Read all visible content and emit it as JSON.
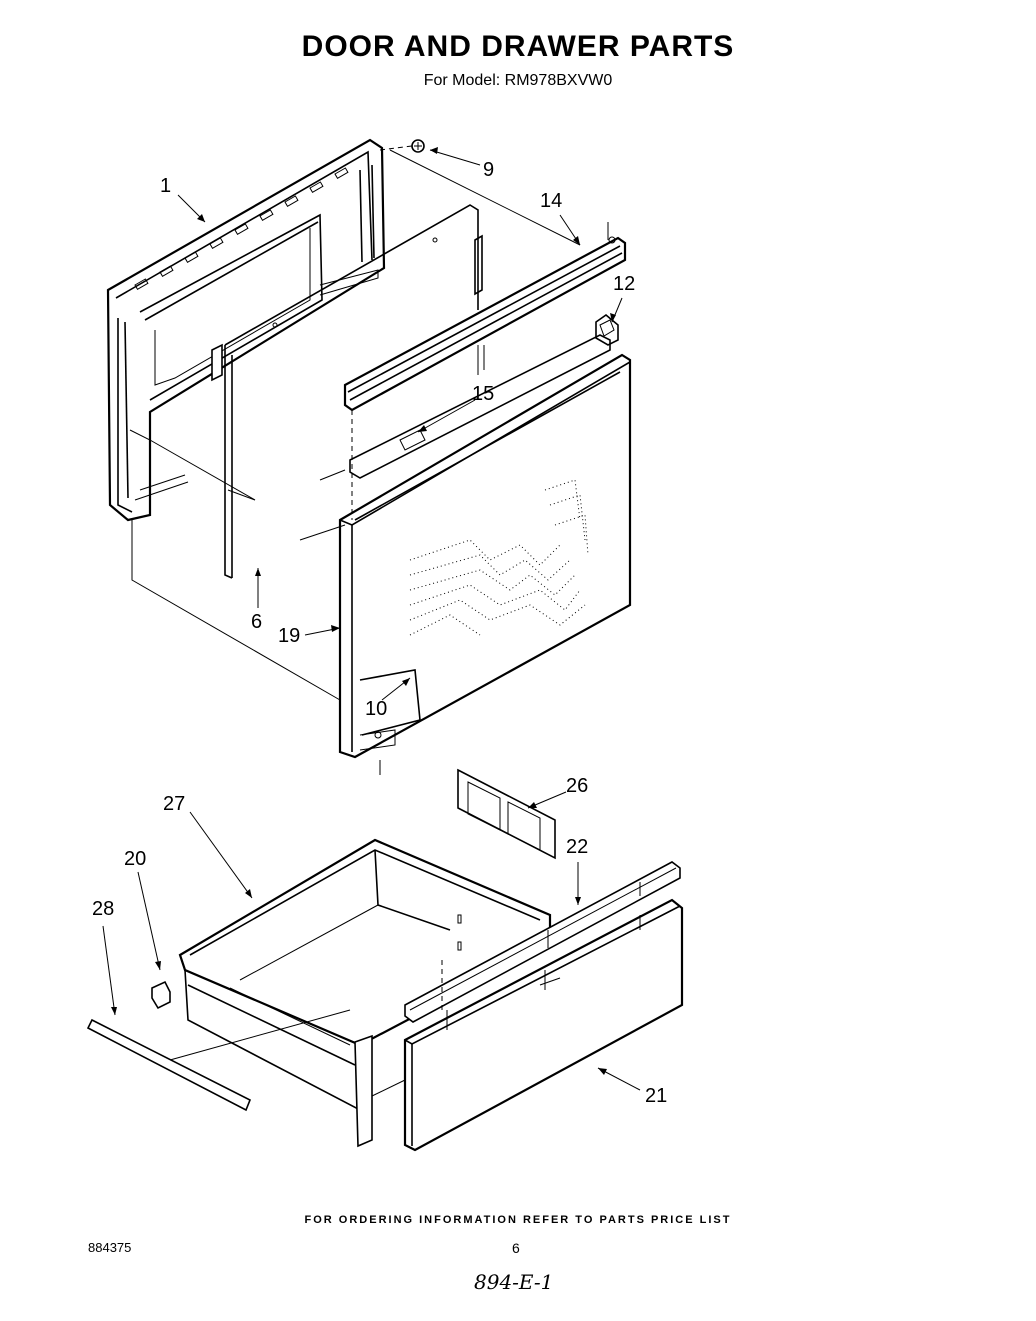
{
  "title": "DOOR AND DRAWER PARTS",
  "subtitle": "For Model: RM978BXVW0",
  "callouts": {
    "c1": "1",
    "c9": "9",
    "c14": "14",
    "c12": "12",
    "c15": "15",
    "c6": "6",
    "c19": "19",
    "c10": "10",
    "c26": "26",
    "c27": "27",
    "c22": "22",
    "c20": "20",
    "c28": "28",
    "c21": "21"
  },
  "footer": {
    "note": "FOR ORDERING INFORMATION REFER TO PARTS PRICE LIST",
    "doc_number": "884375",
    "page_number": "6",
    "handwritten": "894-E-1"
  }
}
